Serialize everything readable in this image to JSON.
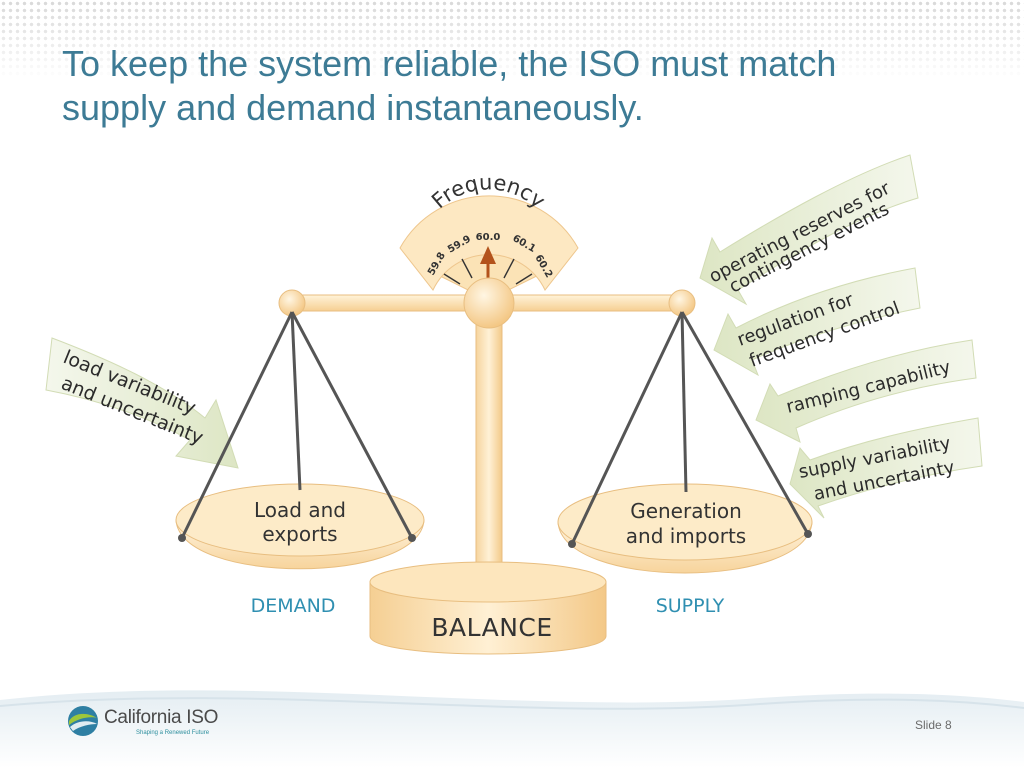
{
  "slide": {
    "title_line1": "To keep the system reliable, the ISO must match",
    "title_line2": "supply and demand instantaneously.",
    "slide_number": "Slide 8"
  },
  "gauge": {
    "title": "Frequency",
    "ticks": [
      "59.8",
      "59.9",
      "60.0",
      "60.1",
      "60.2"
    ]
  },
  "scale": {
    "left_pan_line1": "Load and",
    "left_pan_line2": "exports",
    "left_caption": "DEMAND",
    "right_pan_line1": "Generation",
    "right_pan_line2": "and imports",
    "right_caption": "SUPPLY",
    "base_label": "BALANCE"
  },
  "left_arrow": {
    "line1": "load variability",
    "line2": "and uncertainty"
  },
  "right_arrows": [
    {
      "line1": "operating reserves for",
      "line2": "contingency events"
    },
    {
      "line1": "regulation for",
      "line2": "frequency control"
    },
    {
      "line1": "ramping capability",
      "line2": ""
    },
    {
      "line1": "supply variability",
      "line2": "and uncertainty"
    }
  ],
  "logo": {
    "name": "California ISO",
    "tagline": "Shaping a Renewed Future"
  },
  "colors": {
    "title": "#3d7b95",
    "scale_fill": "#fbe0b0",
    "scale_stroke": "#e7b877",
    "arrow_fill": "#e6ecd2",
    "caption_blue": "#2f8fb1",
    "needle": "#b3531c"
  }
}
